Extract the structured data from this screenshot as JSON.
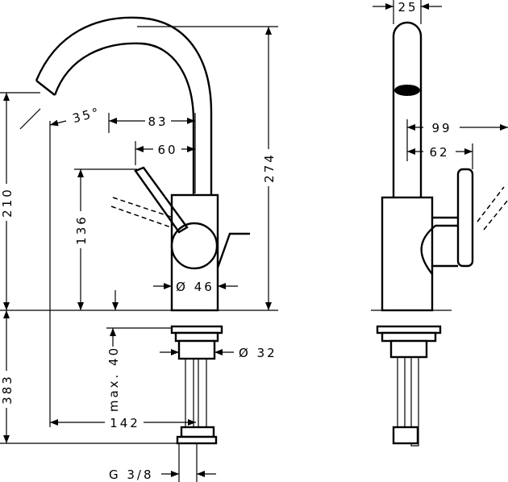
{
  "title": "Faucet dimension drawing",
  "dimensions": {
    "spout_width": "25",
    "spout_angle": "35°",
    "reach_83": "83",
    "handle_60": "60",
    "side_99": "99",
    "side_62": "62",
    "height_274": "274",
    "height_210": "210",
    "height_136": "136",
    "diameter_46": "Ø 46",
    "diameter_32": "Ø 32",
    "max_40": "max. 40",
    "length_383": "383",
    "reach_142": "142",
    "thread": "G 3/8"
  }
}
